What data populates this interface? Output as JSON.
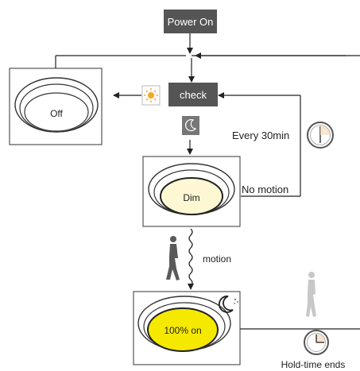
{
  "nodes": {
    "power_on": "Power On",
    "check": "check",
    "off": "Off",
    "dim": "Dim",
    "full_on": "100% on"
  },
  "labels": {
    "every_30min": "Every 30min",
    "no_motion": "No motion",
    "motion": "motion",
    "hold_time_ends": "Hold-time ends"
  },
  "colors": {
    "dark_box": "#555555",
    "gray_icon_box": "#777777",
    "line": "#222222",
    "dim_fill": "#fdf7d4",
    "full_on_fill": "#f5e900",
    "sun": "#f5a623",
    "person": "#5a5a5a",
    "person_faded": "#c8c8c8"
  },
  "icons": [
    "sun-icon",
    "moon-icon",
    "clock-icon",
    "person-walking-icon",
    "moon-stars-icon"
  ]
}
